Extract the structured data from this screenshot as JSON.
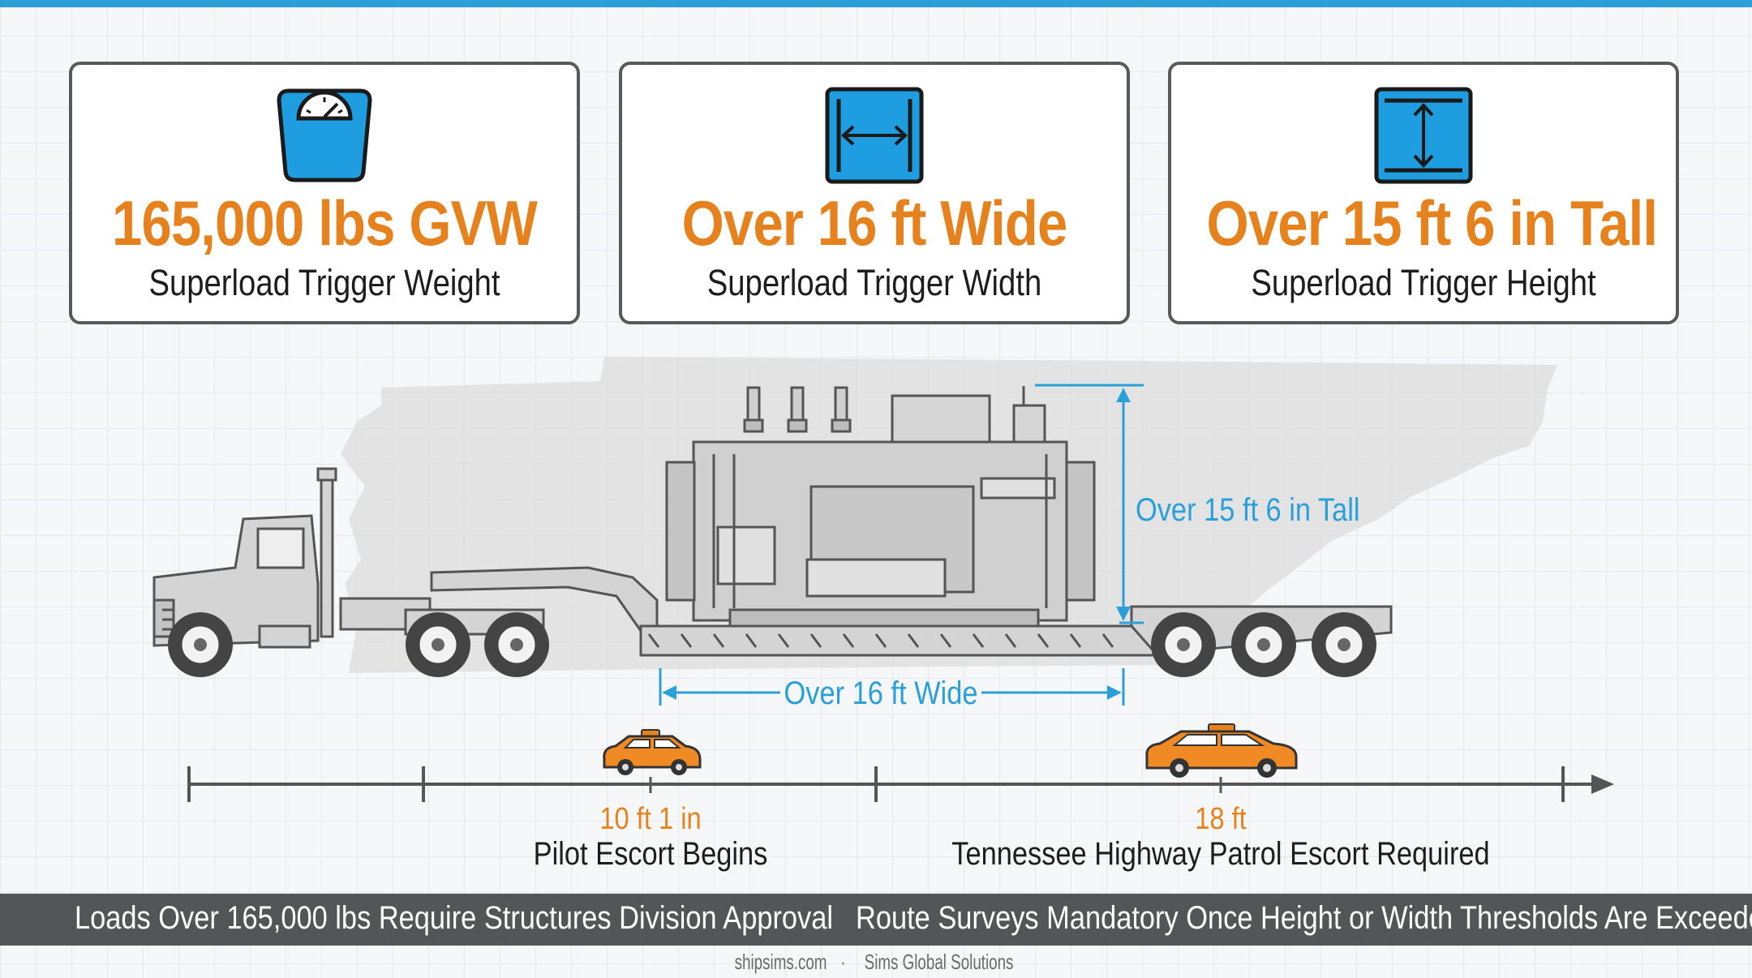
{
  "cards": [
    {
      "icon": "scale-icon",
      "value": "165,000 lbs GVW",
      "label": "Superload Trigger Weight"
    },
    {
      "icon": "width-arrows-icon",
      "value": "Over 16 ft Wide",
      "label": "Superload Trigger Width"
    },
    {
      "icon": "height-arrows-icon",
      "value": "Over 15 ft 6 in Tall",
      "label": "Superload Trigger Height"
    }
  ],
  "diagram": {
    "height_label": "Over 15 ft 6 in Tall",
    "width_label": "Over 16 ft Wide"
  },
  "timeline": {
    "markers": [
      {
        "value": "10 ft 1 in",
        "label": "Pilot Escort Begins"
      },
      {
        "value": "18 ft",
        "label": "Tennessee Highway Patrol Escort Required"
      }
    ]
  },
  "banner": {
    "left": "Loads Over 165,000 lbs Require Structures Division Approval",
    "right": "Route Surveys Mandatory Once Height or Width Thresholds Are Exceeded"
  },
  "footer": {
    "domain": "shipsims.com",
    "separator": "·",
    "company": "Sims Global Solutions"
  },
  "colors": {
    "accent_orange": "#e6821e",
    "accent_blue": "#2a9fd8",
    "icon_blue": "#1e9de0",
    "banner": "#545557"
  }
}
